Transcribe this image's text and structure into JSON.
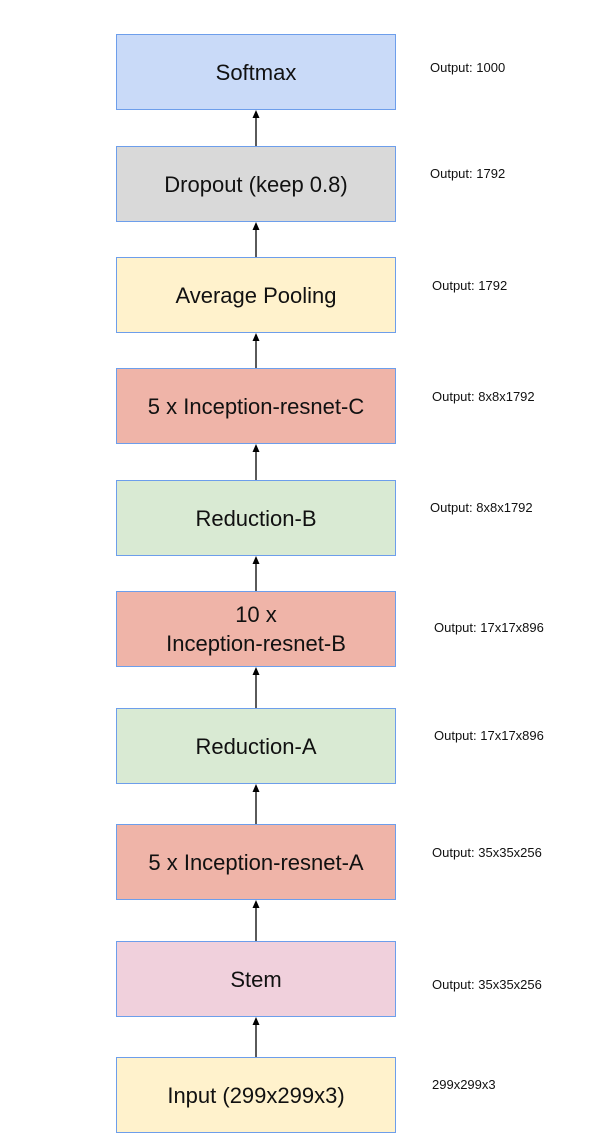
{
  "colors": {
    "blue": "#c9daf8",
    "gray": "#d9d9d9",
    "yellow": "#fff2cc",
    "red": "#efb4a8",
    "green": "#d9ead3",
    "pink": "#f0d0dc",
    "border": "#6d9eeb"
  },
  "blocks": [
    {
      "label": "Softmax",
      "output": "Output: 1000",
      "fill": "blue"
    },
    {
      "label": "Dropout (keep 0.8)",
      "output": "Output: 1792",
      "fill": "gray"
    },
    {
      "label": "Average Pooling",
      "output": "Output: 1792",
      "fill": "yellow"
    },
    {
      "label": "5 x Inception-resnet-C",
      "output": "Output: 8x8x1792",
      "fill": "red"
    },
    {
      "label": "Reduction-B",
      "output": "Output: 8x8x1792",
      "fill": "green"
    },
    {
      "label": "10 x\nInception-resnet-B",
      "output": "Output: 17x17x896",
      "fill": "red"
    },
    {
      "label": "Reduction-A",
      "output": "Output: 17x17x896",
      "fill": "green"
    },
    {
      "label": "5 x Inception-resnet-A",
      "output": "Output: 35x35x256",
      "fill": "red"
    },
    {
      "label": "Stem",
      "output": "Output: 35x35x256",
      "fill": "pink"
    },
    {
      "label": "Input (299x299x3)",
      "output": "299x299x3",
      "fill": "yellow"
    }
  ]
}
